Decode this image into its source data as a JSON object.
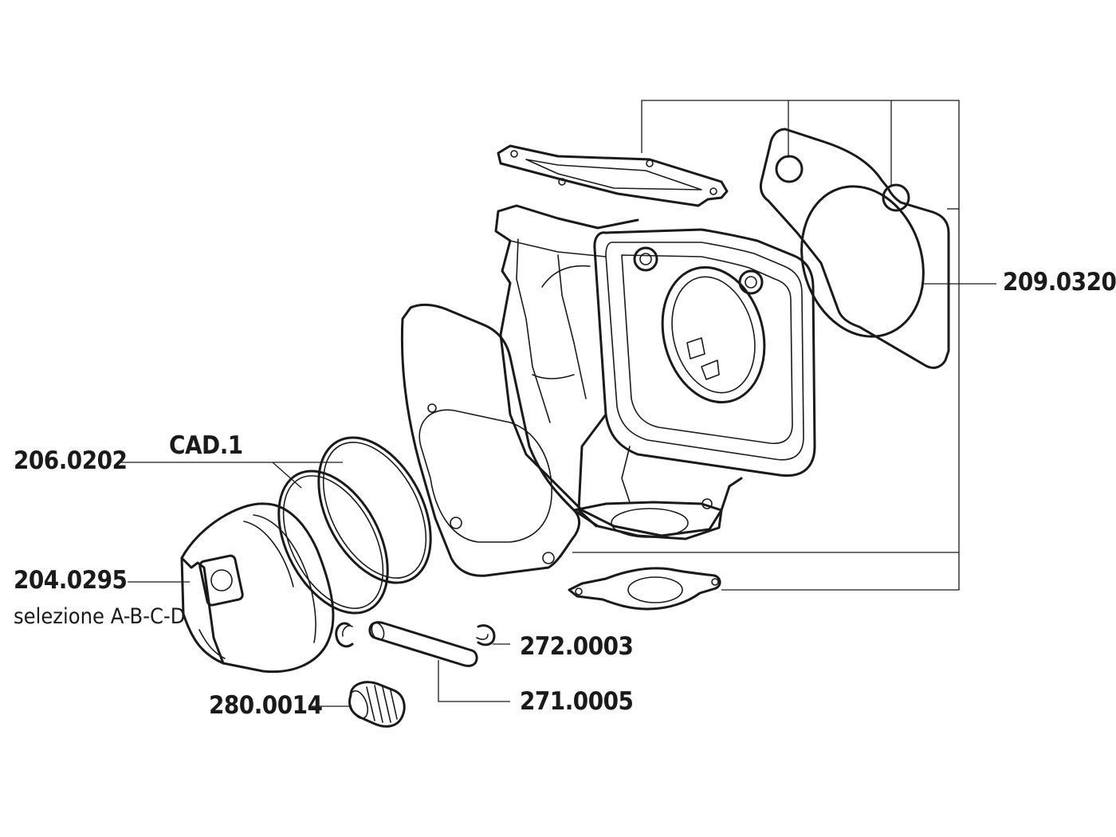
{
  "diagram": {
    "parts": [
      {
        "id": "p1",
        "code": "209.0320",
        "sub": ""
      },
      {
        "id": "p2",
        "code": "206.0202",
        "sub": ""
      },
      {
        "id": "p3",
        "code": "204.0295",
        "sub": "selezione A-B-C-D"
      },
      {
        "id": "p4",
        "code": "272.0003",
        "sub": ""
      },
      {
        "id": "p5",
        "code": "271.0005",
        "sub": ""
      },
      {
        "id": "p6",
        "code": "280.0014",
        "sub": ""
      }
    ],
    "ring_qty": "CAD.1"
  }
}
